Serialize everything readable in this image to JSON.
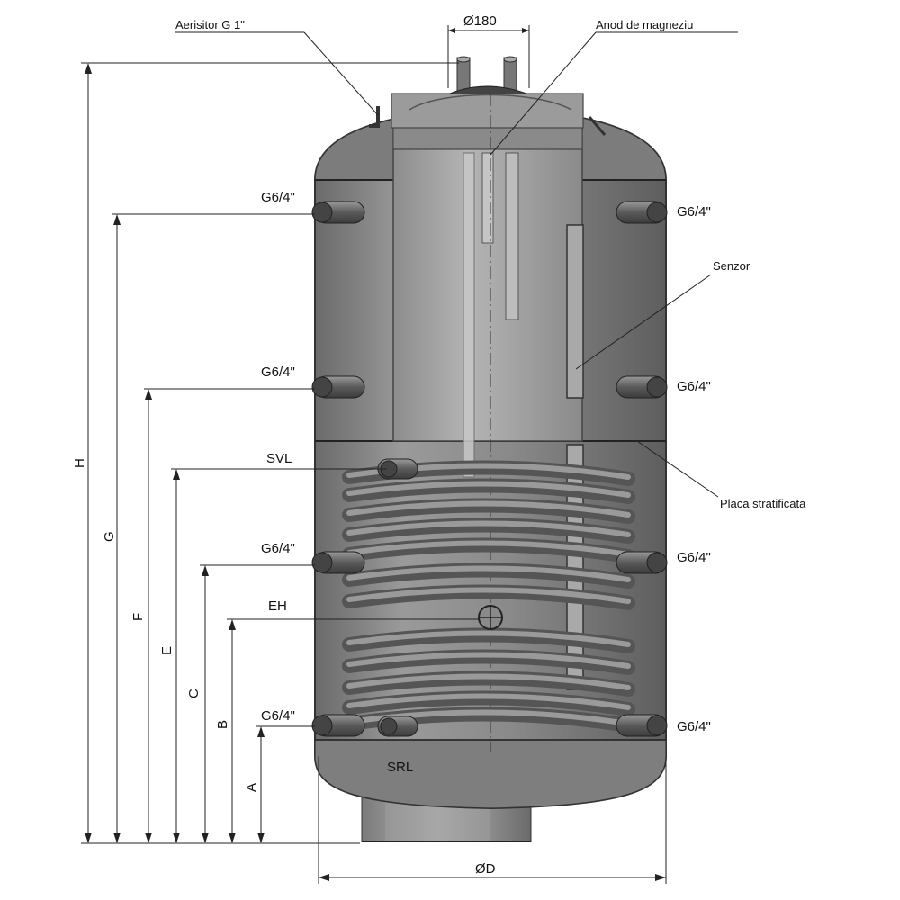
{
  "diagram": {
    "top_labels": {
      "air_vent": "Aerisitor G 1\"",
      "top_diameter": "Ø180",
      "anode": "Anod de magneziu"
    },
    "side_labels": {
      "sensor": "Senzor",
      "stratification_plate": "Placa stratificata"
    },
    "connections": {
      "left_1": "G6/4\"",
      "left_2": "G6/4\"",
      "left_3": "G6/4\"",
      "left_4": "G6/4\"",
      "right_1": "G6/4\"",
      "right_2": "G6/4\"",
      "right_3": "G6/4\"",
      "right_4": "G6/4\"",
      "svl": "SVL",
      "eh": "EH",
      "srl": "SRL"
    },
    "dimensions": {
      "h": "H",
      "g": "G",
      "f": "F",
      "e": "E",
      "c": "C",
      "b": "B",
      "a": "A",
      "diameter": "ØD"
    },
    "colors": {
      "tank_body": "#8c8c8c",
      "tank_shadow": "#6e6e6e",
      "inner_tank": "#a3a3a3",
      "coil": "#5a5a5a",
      "line": "#222222"
    }
  }
}
